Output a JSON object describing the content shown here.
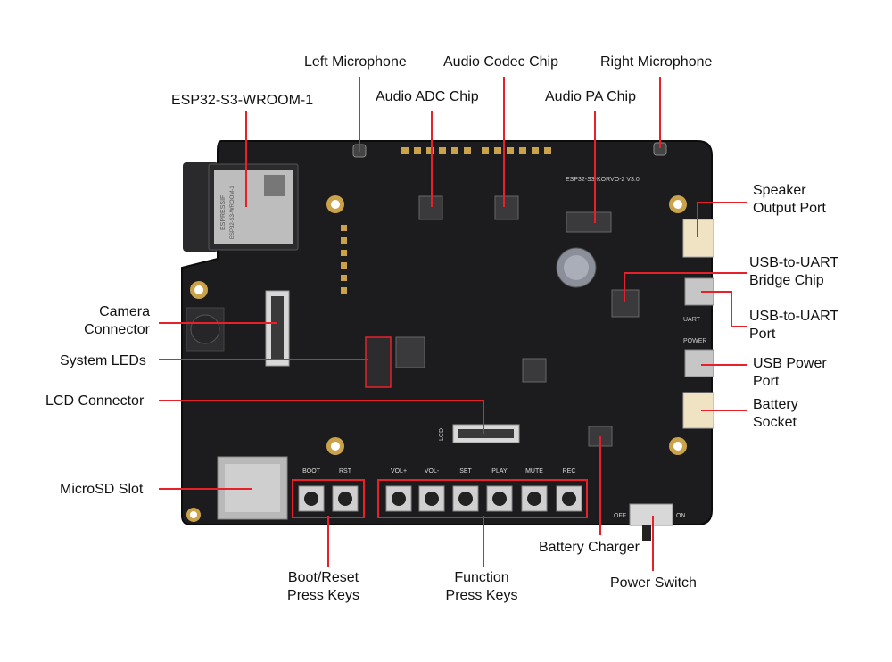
{
  "diagram": {
    "accent_color": "#e8202a",
    "board_color": "#1c1c1e",
    "labels": {
      "esp32": "ESP32-S3-WROOM-1",
      "left_mic": "Left Microphone",
      "audio_codec": "Audio Codec Chip",
      "right_mic": "Right Microphone",
      "audio_adc": "Audio ADC Chip",
      "audio_pa": "Audio PA Chip",
      "speaker_port": [
        "Speaker",
        "Output Port"
      ],
      "usb_uart_bridge": [
        "USB-to-UART",
        "Bridge Chip"
      ],
      "usb_uart_port": [
        "USB-to-UART",
        "Port"
      ],
      "usb_power_port": [
        "USB Power",
        "Port"
      ],
      "battery_socket": [
        "Battery",
        "Socket"
      ],
      "camera_connector": [
        "Camera",
        "Connector"
      ],
      "system_leds": "System LEDs",
      "lcd_connector": "LCD Connector",
      "microsd_slot": "MicroSD Slot",
      "battery_charger": "Battery Charger",
      "power_switch": "Power Switch",
      "boot_reset_keys": [
        "Boot/Reset",
        "Press Keys"
      ],
      "function_keys": [
        "Function",
        "Press Keys"
      ]
    },
    "silkscreen": {
      "board_name": "ESP32-S3-KORVO-2  V3.0",
      "module_brand": "ESPRESSIF",
      "module_name": "ESP32-S3-WROOM-1",
      "key_labels": [
        "BOOT",
        "RST",
        "VOL+",
        "VOL-",
        "SET",
        "PLAY",
        "MUTE",
        "REC"
      ],
      "lcd": "LCD",
      "uart": "UART",
      "power": "POWER",
      "off": "OFF",
      "on": "ON"
    }
  }
}
